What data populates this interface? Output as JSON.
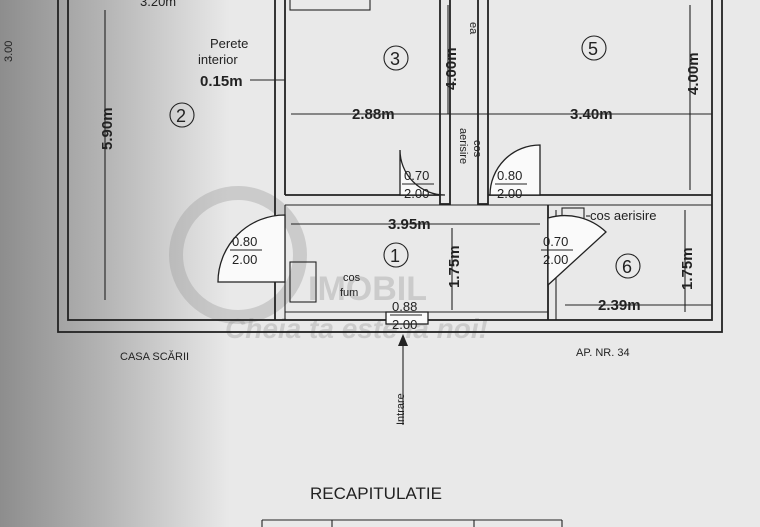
{
  "top_partial_label": "3.20m",
  "side_label": "3.00",
  "wall_note": {
    "line1": "Perete",
    "line2": "interior",
    "value": "0.15m"
  },
  "rooms": {
    "r1": "1",
    "r2": "2",
    "r3": "3",
    "r5": "5",
    "r6": "6"
  },
  "dimensions": {
    "d590": "5.90m",
    "d400a": "4.00m",
    "d400b": "4.00m",
    "d288": "2.88m",
    "d340": "3.40m",
    "d395": "3.95m",
    "d175a": "1.75m",
    "d175b": "1.75m",
    "d239": "2.39m"
  },
  "doors": {
    "left": {
      "w": "0.80",
      "h": "2.00"
    },
    "mid": {
      "w": "0.70",
      "h": "2.00"
    },
    "right": {
      "w": "0.80",
      "h": "2.00"
    },
    "bath": {
      "w": "0.70",
      "h": "2.00"
    },
    "entry": {
      "w": "0.88",
      "h": "2.00"
    }
  },
  "shafts": {
    "vertical_top": "ea",
    "aerisire_v1": "cos",
    "aerisire_v2": "aerisire",
    "aerisire_h": "cos aerisire",
    "fum1": "cos",
    "fum2": "fum"
  },
  "labels": {
    "casa_scarii": "CASA SCĂRII",
    "ap_nr": "AP. NR. 34",
    "intrare": "Intrare",
    "recap": "RECAPITULATIE"
  },
  "watermark": {
    "brand": "IMOBIL",
    "slogan": "Cheia ta este la noi!"
  }
}
